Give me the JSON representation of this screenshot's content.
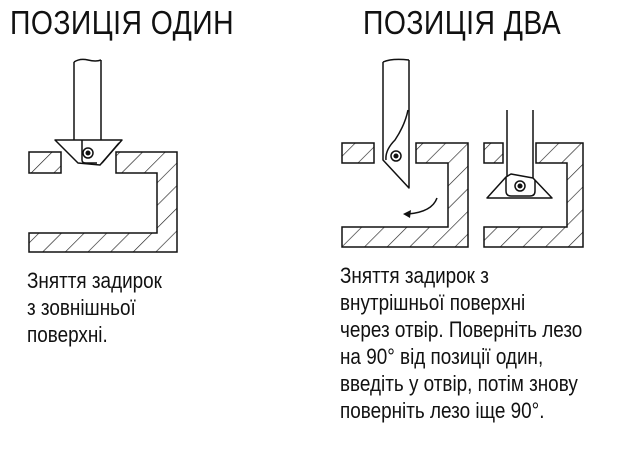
{
  "position_one": {
    "title": "ПОЗИЦІЯ ОДИН",
    "caption_lines": [
      "Зняття задирок",
      "з зовнішньої",
      "поверхні."
    ]
  },
  "position_two": {
    "title": "ПОЗИЦІЯ ДВА",
    "caption_lines": [
      "Зняття задирок з",
      "внутрішньої поверхні",
      "через отвір. Поверніть лезо",
      "на 90° від позиції один,",
      "введіть у отвір, потім знову",
      "поверніть лезо іще 90°."
    ]
  }
}
